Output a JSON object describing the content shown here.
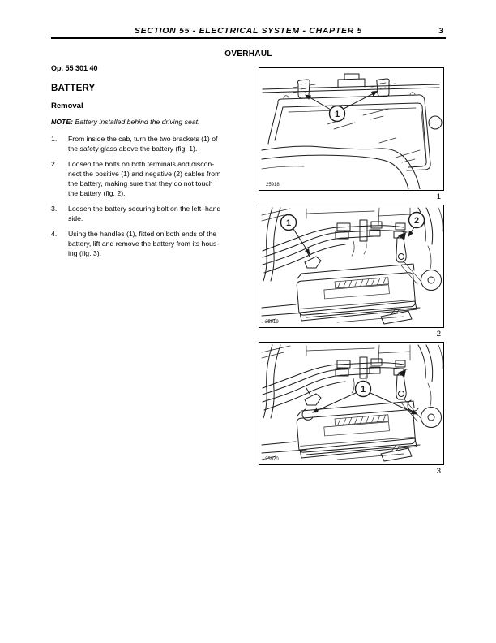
{
  "page": {
    "header": {
      "title": "SECTION 55 - ELECTRICAL SYSTEM - CHAPTER 5",
      "page_number": "3"
    },
    "section_title": "OVERHAUL",
    "op_code": "Op. 55 301 40",
    "heading": "BATTERY",
    "subheading": "Removal",
    "note": {
      "prefix": "NOTE:",
      "text": "Battery installed behind the driving seat."
    },
    "steps": [
      {
        "num": "1.",
        "lines": [
          "From inside the cab, turn the two brackets (1) of",
          "the safety glass above the battery (fig. 1)."
        ]
      },
      {
        "num": "2.",
        "lines": [
          "Loosen the bolts on both terminals and discon-",
          "nect the positive (1) and negative (2) cables from",
          "the battery, making sure that they do not touch",
          "the battery (fig. 2)."
        ]
      },
      {
        "num": "3.",
        "lines": [
          "Loosen the battery securing bolt on the left–hand",
          "side."
        ]
      },
      {
        "num": "4.",
        "lines": [
          "Using the handles (1), fitted on both ends of the",
          "battery, lift and remove the battery from its hous-",
          "ing (fig. 3)."
        ]
      }
    ],
    "figures": [
      {
        "caption": "1",
        "photo_code": "25918",
        "callout_1": "1"
      },
      {
        "caption": "2",
        "photo_code": "25919",
        "callout_1": "1",
        "callout_2": "2"
      },
      {
        "caption": "3",
        "photo_code": "25920",
        "callout_1": "1"
      }
    ]
  }
}
